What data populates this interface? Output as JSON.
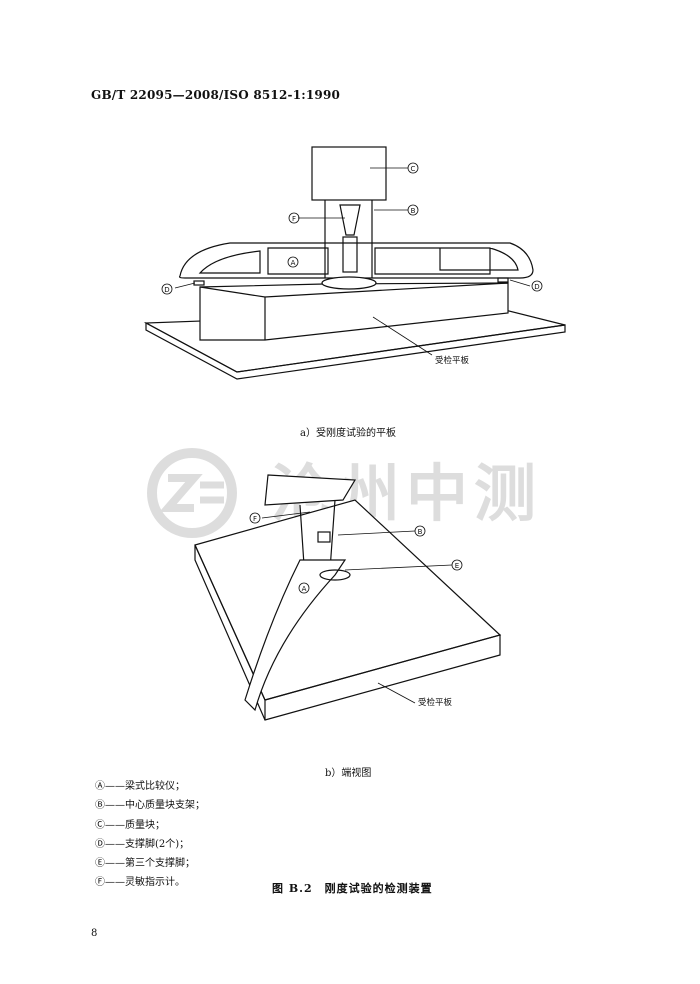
{
  "header": "GB/T 22095—2008/ISO 8512-1:1990",
  "figure_a": {
    "caption": "a）受刚度试验的平板",
    "plate_label": "受检平板",
    "callouts": [
      "C",
      "B",
      "F",
      "A",
      "D",
      "D"
    ]
  },
  "figure_b": {
    "caption": "b）端视图",
    "plate_label": "受检平板",
    "callouts": [
      "F",
      "B",
      "E",
      "A"
    ]
  },
  "watermark": "沧州中测",
  "legend": [
    {
      "key": "Ⓐ",
      "text": "——梁式比较仪；"
    },
    {
      "key": "Ⓑ",
      "text": "——中心质量块支架；"
    },
    {
      "key": "Ⓒ",
      "text": "——质量块；"
    },
    {
      "key": "Ⓓ",
      "text": "——支撑脚(2个)；"
    },
    {
      "key": "Ⓔ",
      "text": "——第三个支撑脚；"
    },
    {
      "key": "Ⓕ",
      "text": "——灵敏指示计。"
    }
  ],
  "figure_title": "图 B.2　刚度试验的检测装置",
  "page_number": "8"
}
